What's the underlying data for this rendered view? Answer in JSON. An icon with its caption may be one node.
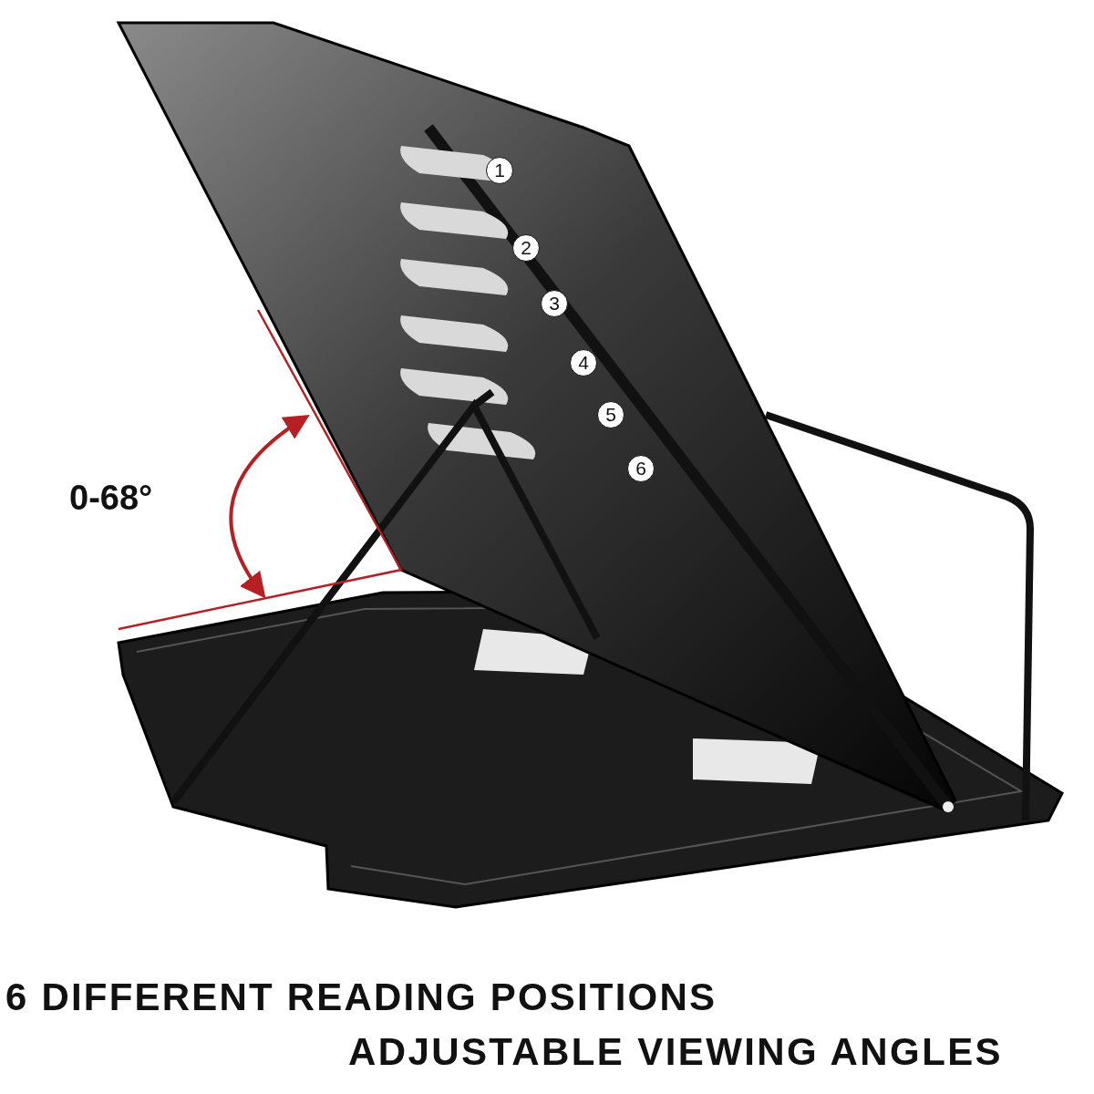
{
  "diagram": {
    "nodes": [
      {
        "text": [
          "1"
        ]
      },
      {
        "text": [
          "2"
        ]
      },
      {
        "text": [
          "3"
        ]
      },
      {
        "text": [
          "4"
        ]
      },
      {
        "text": [
          "5"
        ]
      },
      {
        "text": [
          "6"
        ]
      }
    ],
    "labels": [
      "0-68°",
      "6 DIFFERENT READING POSITIONS",
      "ADJUSTABLE VIEWING ANGLES"
    ]
  }
}
